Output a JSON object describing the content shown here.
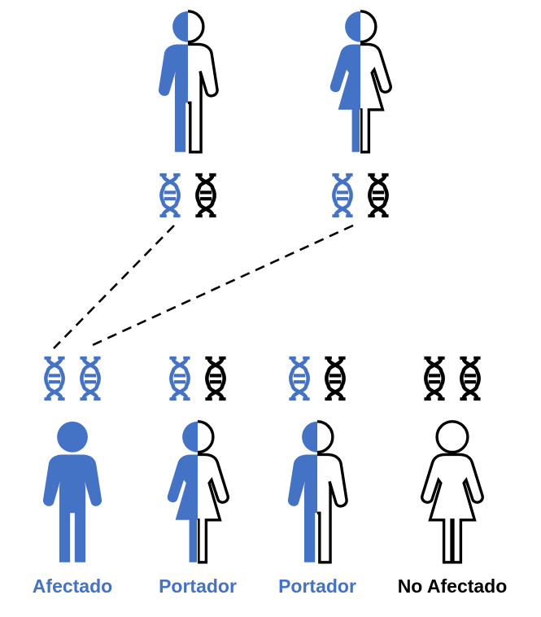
{
  "diagram": {
    "type": "pedigree-inheritance",
    "description": "Autosomal recessive inheritance: two carrier parents and four offspring with allele (DNA) pairs"
  },
  "colors": {
    "affected_allele": "#4472C4",
    "normal_allele": "#000000",
    "figure_outline": "#000000",
    "background": "#ffffff"
  },
  "parents": [
    {
      "role": "father",
      "sex": "male",
      "fill": "half",
      "alleles": [
        "affected",
        "normal"
      ]
    },
    {
      "role": "mother",
      "sex": "female",
      "fill": "half",
      "alleles": [
        "affected",
        "normal"
      ]
    }
  ],
  "children": [
    {
      "sex": "male",
      "fill": "full",
      "alleles": [
        "affected",
        "affected"
      ],
      "label": "Afectado",
      "label_color": "#4472C4"
    },
    {
      "sex": "female",
      "fill": "half",
      "alleles": [
        "affected",
        "normal"
      ],
      "label": "Portador",
      "label_color": "#4472C4"
    },
    {
      "sex": "male",
      "fill": "half",
      "alleles": [
        "affected",
        "normal"
      ],
      "label": "Portador",
      "label_color": "#4472C4"
    },
    {
      "sex": "female",
      "fill": "none",
      "alleles": [
        "normal",
        "normal"
      ],
      "label": "No Afectado",
      "label_color": "#000000"
    }
  ],
  "inheritance_lines": [
    {
      "from": "father-affected-allele",
      "to": "child-1-first-allele",
      "style": "dashed"
    },
    {
      "from": "mother-affected-allele",
      "to": "child-1-second-allele",
      "style": "dashed"
    }
  ]
}
